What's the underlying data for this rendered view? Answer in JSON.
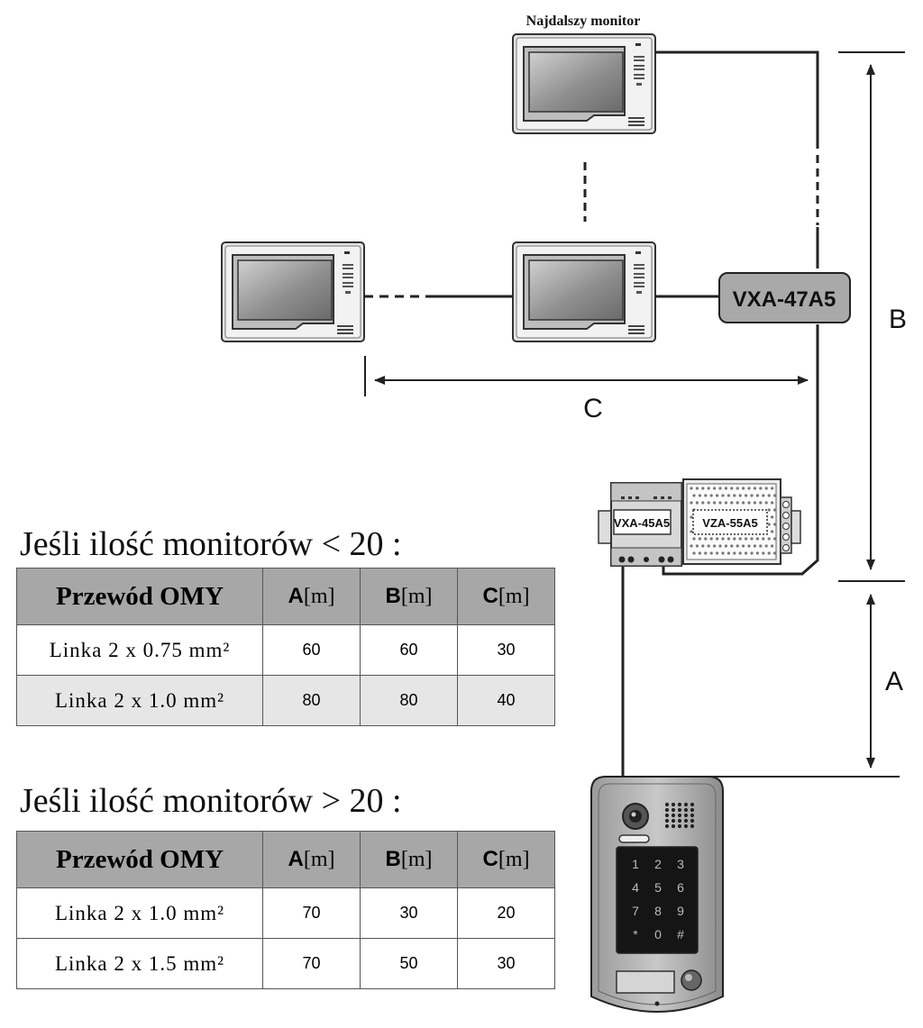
{
  "top_label": "Najdalszy monitor",
  "devices": {
    "distributor": "VXA-47A5",
    "adapter": "VXA-45A5",
    "power_supply": "VZA-55A5"
  },
  "dimensions": {
    "a": "A",
    "b": "B",
    "c": "C"
  },
  "keypad": [
    "1",
    "2",
    "3",
    "4",
    "5",
    "6",
    "7",
    "8",
    "9",
    "*",
    "0",
    "#"
  ],
  "tables": [
    {
      "heading": "Jeśli ilość monitorów < 20 :",
      "header": {
        "cable": "Przewód OMY",
        "a": "A",
        "b": "B",
        "c": "C",
        "unit": "[m]"
      },
      "rows": [
        {
          "cable": "Linka  2 x 0.75 mm²",
          "a": "60",
          "b": "60",
          "c": "30"
        },
        {
          "cable": "Linka  2 x 1.0 mm²",
          "a": "80",
          "b": "80",
          "c": "40"
        }
      ]
    },
    {
      "heading": "Jeśli ilość monitorów > 20 :",
      "header": {
        "cable": "Przewód OMY",
        "a": "A",
        "b": "B",
        "c": "C",
        "unit": "[m]"
      },
      "rows": [
        {
          "cable": "Linka  2 x 1.0 mm²",
          "a": "70",
          "b": "30",
          "c": "20"
        },
        {
          "cable": "Linka  2 x 1.5 mm²",
          "a": "70",
          "b": "50",
          "c": "30"
        }
      ]
    }
  ]
}
